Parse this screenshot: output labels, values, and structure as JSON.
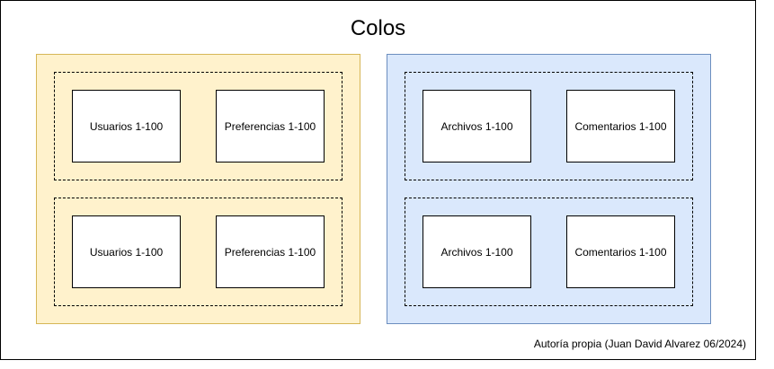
{
  "title": "Colos",
  "credit": "Autoría propia (Juan David Alvarez 06/2024)",
  "colors": {
    "left_fill": "#fff2cc",
    "left_border": "#d6b656",
    "right_fill": "#dae8fc",
    "right_border": "#6c8ebf"
  },
  "groups": [
    {
      "shards": [
        {
          "tables": [
            "Usuarios 1-100",
            "Preferencias 1-100"
          ]
        },
        {
          "tables": [
            "Usuarios 1-100",
            "Preferencias 1-100"
          ]
        }
      ]
    },
    {
      "shards": [
        {
          "tables": [
            "Archivos 1-100",
            "Comentarios 1-100"
          ]
        },
        {
          "tables": [
            "Archivos 1-100",
            "Comentarios 1-100"
          ]
        }
      ]
    }
  ]
}
